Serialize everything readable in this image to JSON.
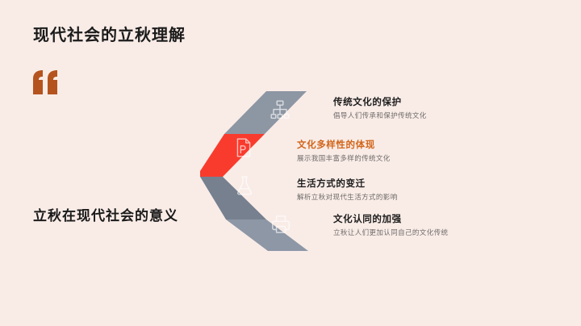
{
  "slide": {
    "background_color": "#f9ece7",
    "title": "现代社会的立秋理解",
    "subtitle": "立秋在现代社会的意义",
    "quote_icon": "quote-open-icon",
    "quote_color": "#b5531f"
  },
  "chevron": {
    "shape": "left-pointing-chevron",
    "bands": [
      {
        "icon": "sitemap-icon",
        "color": "#8d96a3"
      },
      {
        "icon": "powerpoint-file-icon",
        "color": "#f93b2e"
      },
      {
        "icon": "flask-icon",
        "color": "#76808f"
      },
      {
        "icon": "printer-icon",
        "color": "#8d97a6"
      }
    ]
  },
  "items": [
    {
      "title": "传统文化的保护",
      "desc": "倡导人们传承和保护传统文化",
      "accent": false
    },
    {
      "title": "文化多样性的体现",
      "desc": "展示我国丰富多样的传统文化",
      "accent": true
    },
    {
      "title": "生活方式的变迁",
      "desc": "解析立秋对现代生活方式的影响",
      "accent": false
    },
    {
      "title": "文化认同的加强",
      "desc": "立秋让人们更加认同自己的文化传统",
      "accent": false
    }
  ]
}
